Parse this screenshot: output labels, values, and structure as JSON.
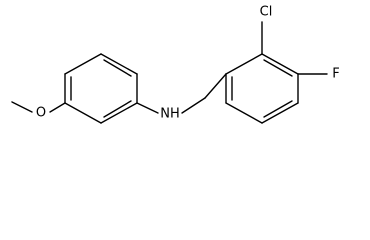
{
  "molecule": {
    "atoms": {
      "cl": "Cl",
      "f": "F",
      "nh": "NH",
      "o": "O"
    }
  }
}
